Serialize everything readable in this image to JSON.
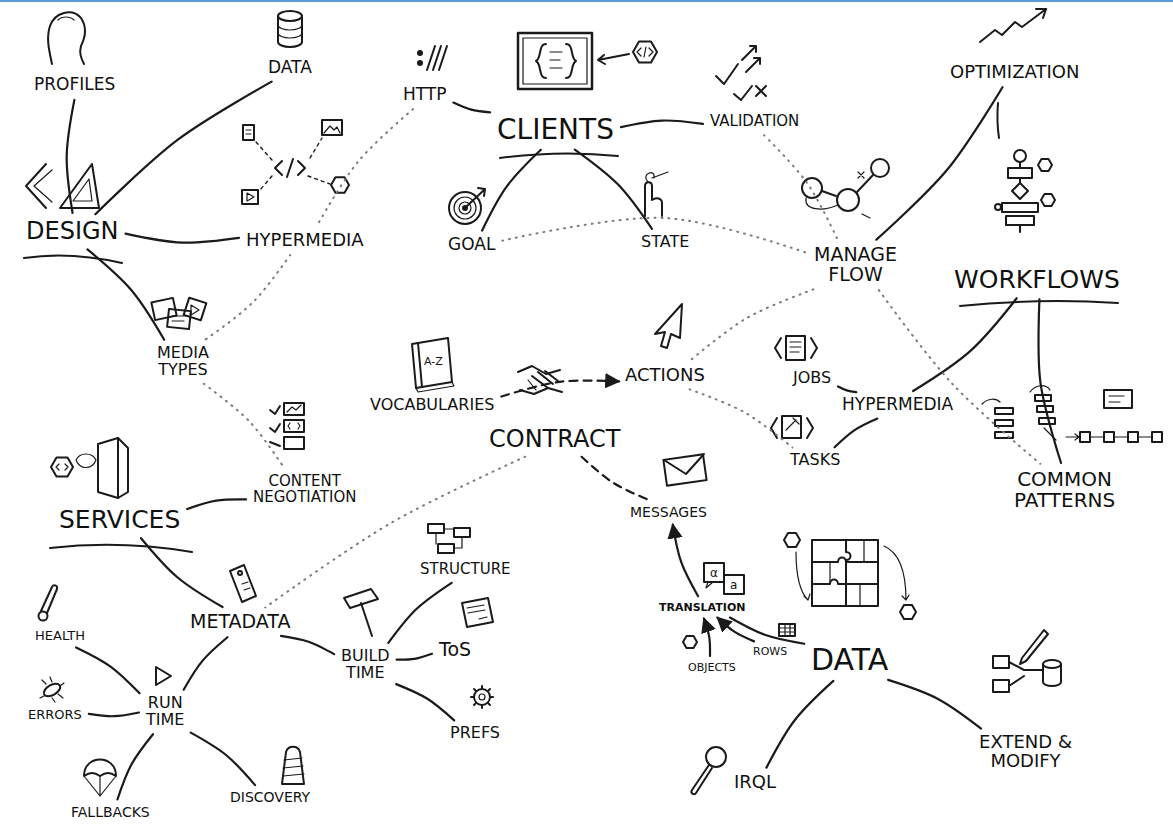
{
  "diagram": {
    "nodes": [
      {
        "text": [
          "PROFILES"
        ]
      },
      {
        "text": [
          "DATA"
        ]
      },
      {
        "text": [
          "HTTP"
        ]
      },
      {
        "text": [
          "CLIENTS"
        ]
      },
      {
        "text": [
          "VALIDATION"
        ]
      },
      {
        "text": [
          "OPTIMIZATION"
        ]
      },
      {
        "text": [
          "DESIGN"
        ]
      },
      {
        "text": [
          "HYPERMEDIA"
        ]
      },
      {
        "text": [
          "GOAL"
        ]
      },
      {
        "text": [
          "STATE"
        ]
      },
      {
        "text": [
          "MANAGE FLOW"
        ]
      },
      {
        "text": [
          "WORKFLOWS"
        ]
      },
      {
        "text": [
          "MEDIA TYPES"
        ]
      },
      {
        "text": [
          "VOCABULARIES"
        ]
      },
      {
        "text": [
          "ACTIONS"
        ]
      },
      {
        "text": [
          "JOBS"
        ]
      },
      {
        "text": [
          "HYPERMEDIA"
        ]
      },
      {
        "text": [
          "CONTRACT"
        ]
      },
      {
        "text": [
          "TASKS"
        ]
      },
      {
        "text": [
          "COMMON PATTERNS"
        ]
      },
      {
        "text": [
          "CONTENT NEGOTIATION"
        ]
      },
      {
        "text": [
          "SERVICES"
        ]
      },
      {
        "text": [
          "MESSAGES"
        ]
      },
      {
        "text": [
          "STRUCTURE"
        ]
      },
      {
        "text": [
          "METADATA"
        ]
      },
      {
        "text": [
          "ToS"
        ]
      },
      {
        "text": [
          "TRANSLATION"
        ]
      },
      {
        "text": [
          "BUILD TIME"
        ]
      },
      {
        "text": [
          "HEALTH"
        ]
      },
      {
        "text": [
          "DATA"
        ]
      },
      {
        "text": [
          "OBJECTS"
        ]
      },
      {
        "text": [
          "ROWS"
        ]
      },
      {
        "text": [
          "RUN TIME"
        ]
      },
      {
        "text": [
          "ERRORS"
        ]
      },
      {
        "text": [
          "PREFS"
        ]
      },
      {
        "text": [
          "EXTEND & MODIFY"
        ]
      },
      {
        "text": [
          "IRQL"
        ]
      },
      {
        "text": [
          "DISCOVERY"
        ]
      },
      {
        "text": [
          "FALLBACKS"
        ]
      }
    ],
    "edges": [
      {
        "from": 0,
        "to": 6,
        "arrow": "none"
      },
      {
        "from": 6,
        "to": 1,
        "arrow": "none"
      },
      {
        "from": 6,
        "to": 7,
        "arrow": "none"
      },
      {
        "from": 6,
        "to": 12,
        "arrow": "none"
      },
      {
        "from": 2,
        "to": 3,
        "arrow": "none"
      },
      {
        "from": 3,
        "to": 4,
        "arrow": "none"
      },
      {
        "from": 3,
        "to": 8,
        "arrow": "none"
      },
      {
        "from": 3,
        "to": 9,
        "arrow": "none"
      },
      {
        "from": 10,
        "to": 5,
        "arrow": "none"
      },
      {
        "from": 11,
        "to": 16,
        "arrow": "none"
      },
      {
        "from": 11,
        "to": 19,
        "arrow": "none"
      },
      {
        "from": 16,
        "to": 15,
        "arrow": "none"
      },
      {
        "from": 16,
        "to": 18,
        "arrow": "none"
      },
      {
        "from": 13,
        "to": 14,
        "arrow": "to"
      },
      {
        "from": 17,
        "to": 22,
        "arrow": "none"
      },
      {
        "from": 21,
        "to": 20,
        "arrow": "none"
      },
      {
        "from": 21,
        "to": 24,
        "arrow": "none"
      },
      {
        "from": 24,
        "to": 27,
        "arrow": "none"
      },
      {
        "from": 24,
        "to": 32,
        "arrow": "none"
      },
      {
        "from": 27,
        "to": 23,
        "arrow": "none"
      },
      {
        "from": 27,
        "to": 25,
        "arrow": "none"
      },
      {
        "from": 27,
        "to": 34,
        "arrow": "none"
      },
      {
        "from": 32,
        "to": 28,
        "arrow": "none"
      },
      {
        "from": 32,
        "to": 33,
        "arrow": "none"
      },
      {
        "from": 32,
        "to": 38,
        "arrow": "none"
      },
      {
        "from": 32,
        "to": 37,
        "arrow": "none"
      },
      {
        "from": 26,
        "to": 29,
        "arrow": "none"
      },
      {
        "from": 26,
        "to": 22,
        "arrow": "to"
      },
      {
        "from": 30,
        "to": 26,
        "arrow": "to"
      },
      {
        "from": 31,
        "to": 26,
        "arrow": "to"
      },
      {
        "from": 29,
        "to": 36,
        "arrow": "none"
      },
      {
        "from": 29,
        "to": 35,
        "arrow": "none"
      },
      {
        "from": 2,
        "to": 7,
        "arrow": "none"
      },
      {
        "from": 7,
        "to": 12,
        "arrow": "none"
      },
      {
        "from": 8,
        "to": 10,
        "arrow": "none"
      },
      {
        "from": 4,
        "to": 10,
        "arrow": "none"
      },
      {
        "from": 10,
        "to": 14,
        "arrow": "none"
      },
      {
        "from": 12,
        "to": 20,
        "arrow": "none"
      },
      {
        "from": 17,
        "to": 24,
        "arrow": "none"
      },
      {
        "from": 14,
        "to": 18,
        "arrow": "none"
      },
      {
        "from": 10,
        "to": 19,
        "arrow": "none"
      }
    ],
    "labels": [
      "A-Z",
      "α",
      "a"
    ]
  }
}
